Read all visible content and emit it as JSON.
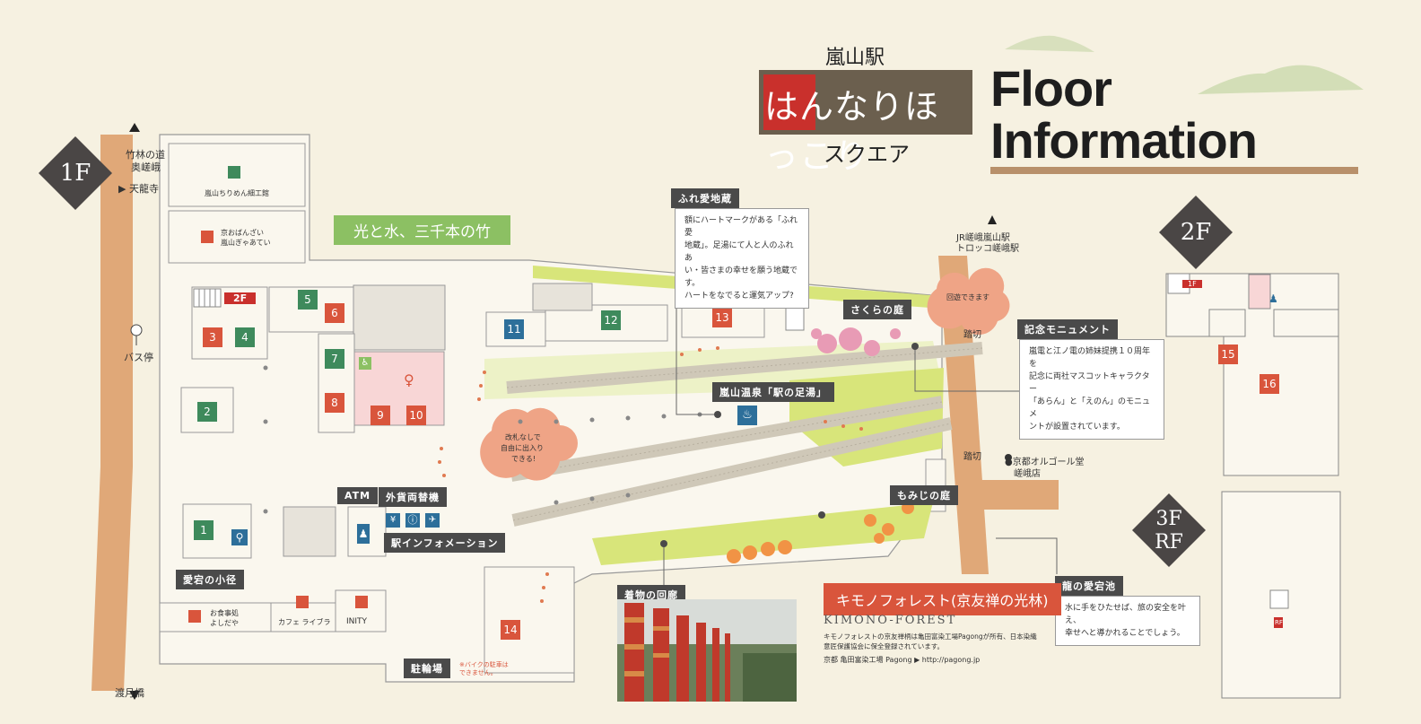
{
  "title": {
    "station": "嵐山駅",
    "logo_text": "はんなりほっこり",
    "sub": "スクエア",
    "floor_info_1": "Floor",
    "floor_info_2": "Information"
  },
  "floors": {
    "f1": "1F",
    "f2": "2F",
    "f3": "3F",
    "rf": "RF"
  },
  "directions": {
    "bamboo_road": "竹林の道",
    "okusaga": "奥嵯峨",
    "tenryuji": "▶ 天龍寺",
    "bus_stop": "バス停",
    "togetsukyo": "渡月橋",
    "jr_station_1": "JR嵯峨嵐山駅",
    "jr_station_2": "トロッコ嵯峨駅",
    "crossing_1": "踏切",
    "crossing_2": "踏切",
    "orgel_1": "●京都オルゴール堂",
    "orgel_2": "嵯峨店"
  },
  "shops": {
    "chirimen": "嵐山ちりめん細工館",
    "obanzai_1": "京おばんざい",
    "obanzai_2": "嵐山ぎゃあてい",
    "shokuji_1": "お食事処",
    "shokuji_2": "よしだや",
    "cafe": "カフェ ライブラ",
    "inity": "INITY"
  },
  "areas": {
    "hikari": "光と水、三千本の竹",
    "sakura": "さくらの庭",
    "momiji": "もみじの庭",
    "atago_path": "愛宕の小径",
    "kimono_corridor": "着物の回廊",
    "bicycle": "駐輪場",
    "bicycle_note_1": "※バイクの駐車は",
    "bicycle_note_2": "できません。",
    "atm": "ATM",
    "exchange": "外貨両替機",
    "info": "駅インフォメーション",
    "ashiyu": "嵐山温泉「駅の足湯」",
    "free_entry_1": "改札なしで",
    "free_entry_2": "自由に出入り",
    "free_entry_3": "できる!",
    "loop": "回遊できます",
    "stairs_2f": "2F",
    "stairs_1f": "1F",
    "stairs_rf": "RF"
  },
  "callouts": {
    "fureai_title": "ふれ愛地蔵",
    "fureai_text": "額にハートマークがある「ふれ愛\n地蔵」。足湯にて人と人のふれあ\nい・皆さまの幸せを願う地蔵です。\nハートをなでると運気アップ?",
    "monument_title": "記念モニュメント",
    "monument_text": "嵐電と江ノ電の姉妹提携１０周年を\n記念に両社マスコットキャラクター\n「あらん」と「えのん」のモニュメ\nントが設置されています。",
    "ryu_title": "龍の愛宕池",
    "ryu_text": "水に手をひたせば、旅の安全を叶え、\n幸せへと導かれることでしょう。",
    "kimono_title": "キモノフォレスト(京友禅の光林)",
    "kimono_en": "KIMONO-FOREST",
    "kimono_desc": "キモノフォレストの京友禅柄は亀田富染工場Pagongが所有、日本染織\n意匠保護協会に保全登録されています。",
    "kimono_credit": "京都 亀田富染工場 Pagong ▶ http://pagong.jp"
  },
  "numbers": [
    "1",
    "2",
    "3",
    "4",
    "5",
    "6",
    "7",
    "8",
    "9",
    "10",
    "11",
    "12",
    "13",
    "14",
    "15",
    "16"
  ],
  "colors": {
    "background": "#f6f1e1",
    "road": "#e0a878",
    "red": "#d9553c",
    "green": "#3e8a5c",
    "dark": "#4a4645",
    "accent_green": "#8cc063"
  }
}
